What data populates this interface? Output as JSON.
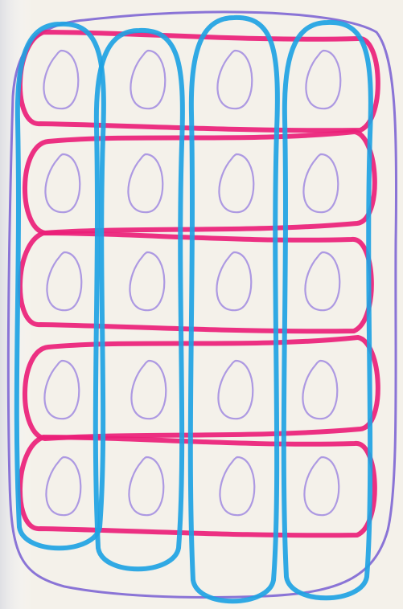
{
  "drawing": {
    "paper_color": "#f4f1ea",
    "colors": {
      "outline": "#8a74d6",
      "egg": "#a08ae0",
      "row_loop": "#ea1f78",
      "column_loop": "#1ea3e3"
    },
    "egg_grid": {
      "rows": 5,
      "columns": 4
    },
    "row_loops": 5,
    "column_loops": 4
  }
}
